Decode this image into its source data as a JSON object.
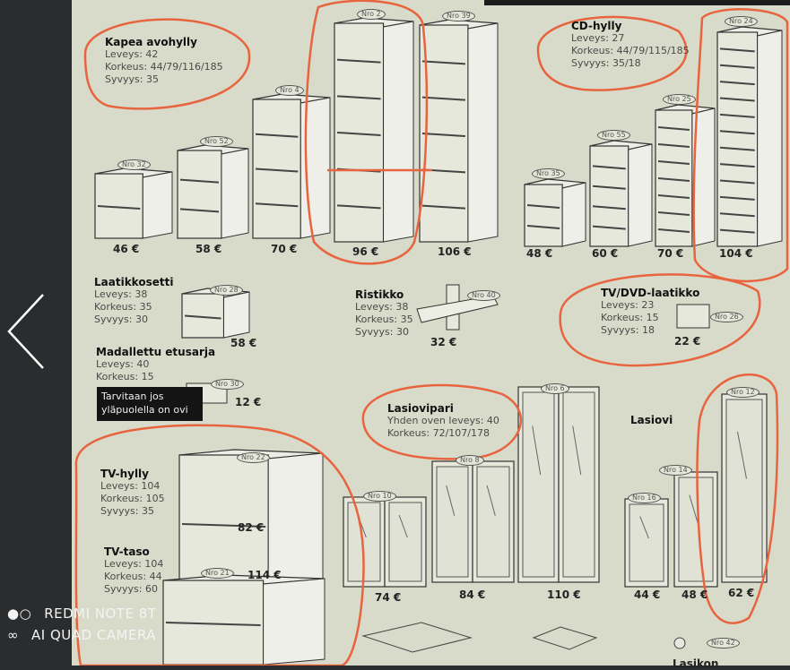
{
  "viewer": {
    "prev_icon": "chevron-left-icon"
  },
  "watermark": {
    "line1": "REDMI NOTE 8T",
    "line2": "AI QUAD CAMERA"
  },
  "kapea": {
    "title": "Kapea avohylly",
    "leveys": "Leveys: 42",
    "korkeus": "Korkeus: 44/79/116/185",
    "syvyys": "Syvyys: 35",
    "items": [
      {
        "nro": "Nro 32",
        "price": "46 €"
      },
      {
        "nro": "Nro 52",
        "price": "58 €"
      },
      {
        "nro": "Nro 4",
        "price": "70 €"
      },
      {
        "nro": "Nro 2",
        "price": "96 €"
      },
      {
        "nro": "Nro 39",
        "price": "106 €"
      }
    ]
  },
  "cd": {
    "title": "CD-hylly",
    "leveys": "Leveys: 27",
    "korkeus": "Korkeus: 44/79/115/185",
    "syvyys": "Syvyys: 35/18",
    "items": [
      {
        "nro": "Nro 35",
        "price": "48 €"
      },
      {
        "nro": "Nro 55",
        "price": "60 €"
      },
      {
        "nro": "Nro 25",
        "price": "70 €"
      },
      {
        "nro": "Nro 24",
        "price": "104 €"
      }
    ]
  },
  "laatikkosetti": {
    "title": "Laatikkosetti",
    "leveys": "Leveys: 38",
    "korkeus": "Korkeus: 35",
    "syvyys": "Syvyys: 30",
    "nro": "Nro 28",
    "price": "58 €"
  },
  "madallettu": {
    "title": "Madallettu etusarja",
    "leveys": "Leveys: 40",
    "korkeus": "Korkeus: 15",
    "note_line1": "Tarvitaan jos",
    "note_line2": "yläpuolella on ovi",
    "nro": "Nro 30",
    "price": "12 €"
  },
  "ristikko": {
    "title": "Ristikko",
    "leveys": "Leveys: 38",
    "korkeus": "Korkeus: 35",
    "syvyys": "Syvyys: 30",
    "nro": "Nro 40",
    "price": "32 €"
  },
  "tvdvd": {
    "title": "TV/DVD-laatikko",
    "leveys": "Leveys: 23",
    "korkeus": "Korkeus: 15",
    "syvyys": "Syvyys: 18",
    "nro": "Nro 26",
    "price": "22 €"
  },
  "lasiovipari": {
    "title": "Lasiovipari",
    "leveys": "Yhden oven leveys: 40",
    "korkeus": "Korkeus: 72/107/178",
    "items": [
      {
        "nro": "Nro 10",
        "price": "74 €"
      },
      {
        "nro": "Nro 8",
        "price": "84 €"
      },
      {
        "nro": "Nro 6",
        "price": "110 €"
      }
    ]
  },
  "lasiovi": {
    "title": "Lasiovi",
    "items": [
      {
        "nro": "Nro 16",
        "price": "44 €"
      },
      {
        "nro": "Nro 14",
        "price": "48 €"
      },
      {
        "nro": "Nro 12",
        "price": "62 €"
      }
    ]
  },
  "tvhylly": {
    "title": "TV-hylly",
    "leveys": "Leveys: 104",
    "korkeus": "Korkeus: 105",
    "syvyys": "Syvyys: 35",
    "nro": "Nro 22",
    "price": "82 €"
  },
  "tvtaso": {
    "title": "TV-taso",
    "leveys": "Leveys: 104",
    "korkeus": "Korkeus: 44",
    "syvyys": "Syvyys: 60",
    "nro": "Nro 21",
    "price": "114 €"
  },
  "bottom": {
    "lasikon": "Lasikon",
    "nro42": "Nro 42"
  },
  "colors": {
    "marker": "#e8643f",
    "paper": "#d8dbc9"
  }
}
